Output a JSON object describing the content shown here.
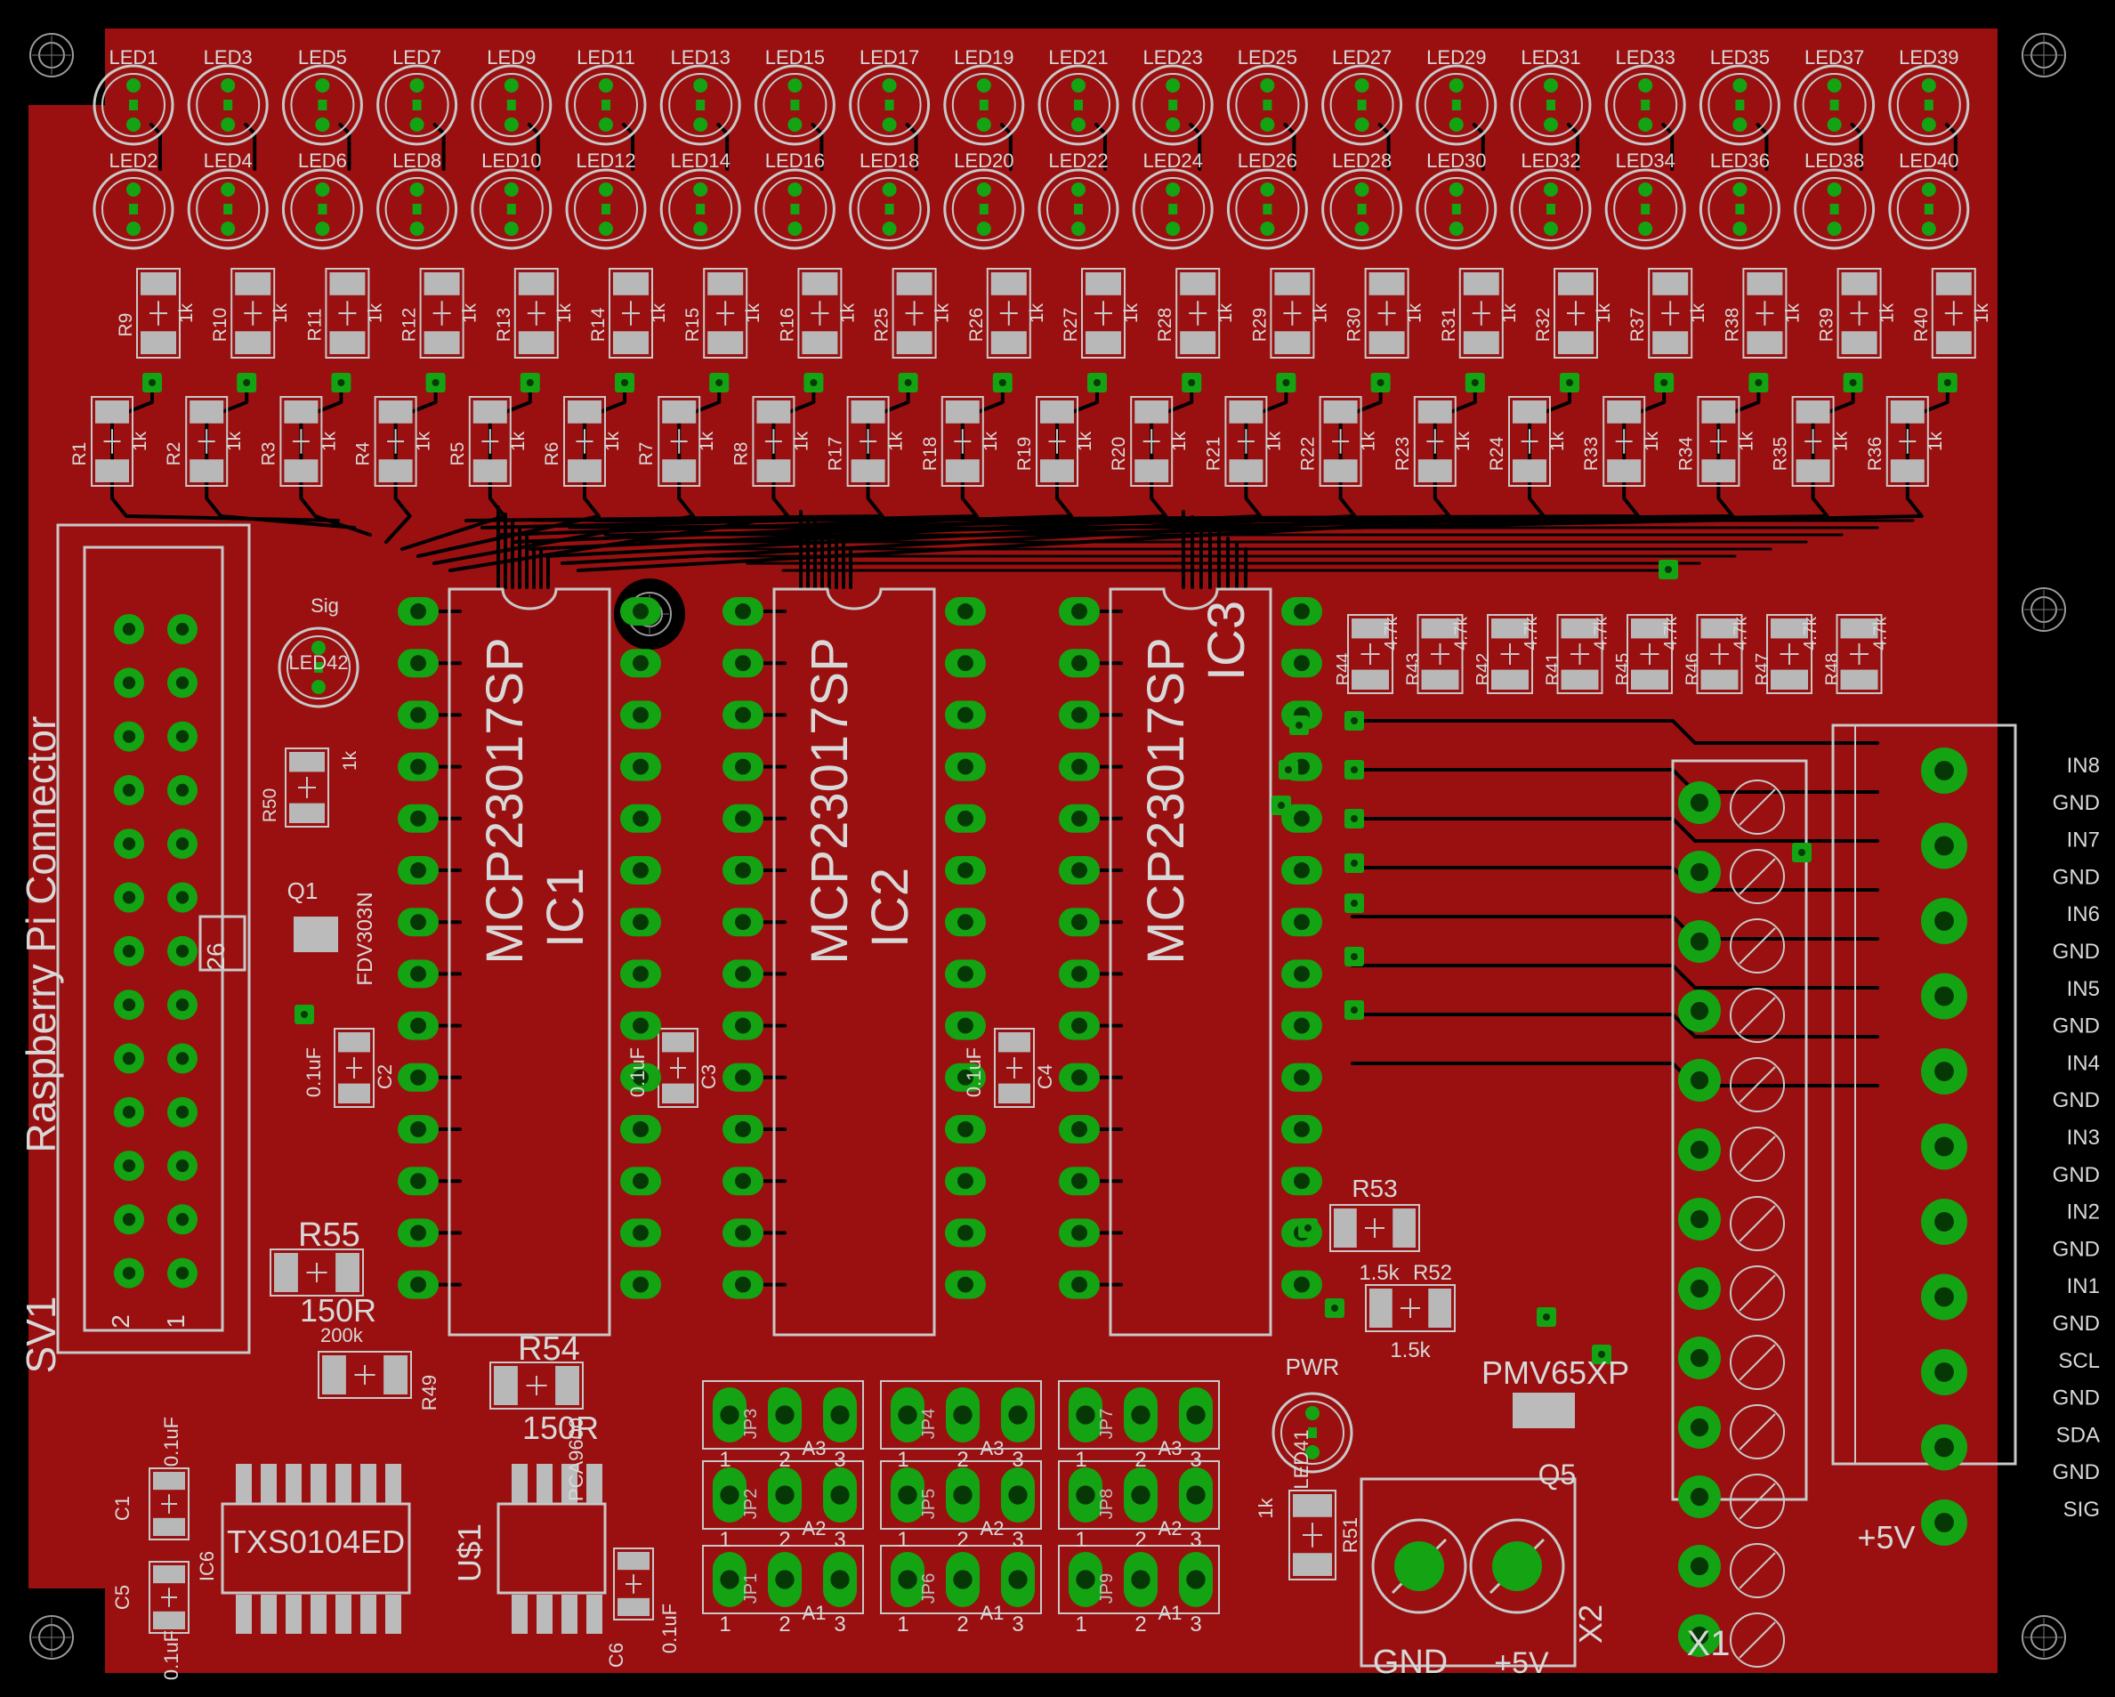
{
  "colors": {
    "background": "#000000",
    "board": "#9a1010",
    "trace": "#000000",
    "silk": "#c8c8c8",
    "pad": "#13a313",
    "hole": "#063806",
    "label": "#d8d8d8"
  },
  "leds_top": [
    "LED1",
    "LED3",
    "LED5",
    "LED7",
    "LED9",
    "LED11",
    "LED13",
    "LED15",
    "LED17",
    "LED19",
    "LED21",
    "LED23",
    "LED25",
    "LED27",
    "LED29",
    "LED31",
    "LED33",
    "LED35",
    "LED37",
    "LED39"
  ],
  "leds_bottom": [
    "LED2",
    "LED4",
    "LED6",
    "LED8",
    "LED10",
    "LED12",
    "LED14",
    "LED16",
    "LED18",
    "LED20",
    "LED22",
    "LED24",
    "LED26",
    "LED28",
    "LED30",
    "LED32",
    "LED34",
    "LED36",
    "LED38",
    "LED40"
  ],
  "resistors_upper": [
    "R9",
    "R10",
    "R11",
    "R12",
    "R13",
    "R14",
    "R15",
    "R16",
    "R25",
    "R26",
    "R27",
    "R28",
    "R29",
    "R30",
    "R31",
    "R32",
    "R37",
    "R38",
    "R39",
    "R40"
  ],
  "resistors_lower": [
    "R1",
    "R2",
    "R3",
    "R4",
    "R5",
    "R6",
    "R7",
    "R8",
    "R17",
    "R18",
    "R19",
    "R20",
    "R21",
    "R22",
    "R23",
    "R24",
    "R33",
    "R34",
    "R35",
    "R36"
  ],
  "resistor_value": "1k",
  "pullups": {
    "names": [
      "R44",
      "R43",
      "R42",
      "R41",
      "R45",
      "R46",
      "R47",
      "R48"
    ],
    "value": "4.7k"
  },
  "connector": {
    "title": "Raspberry Pi Connector",
    "name": "SV1",
    "pin_26": "26",
    "pin_2": "2",
    "pin_1": "1"
  },
  "ics": [
    {
      "name": "IC1",
      "part": "MCP23017SP"
    },
    {
      "name": "IC2",
      "part": "MCP23017SP"
    },
    {
      "name": "IC3",
      "part": "MCP23017SP"
    }
  ],
  "caps": [
    {
      "name": "C2",
      "value": "0.1uF"
    },
    {
      "name": "C3",
      "value": "0.1uF"
    },
    {
      "name": "C4",
      "value": "0.1uF"
    },
    {
      "name": "C1",
      "value": "0.1uF"
    },
    {
      "name": "C5",
      "value": "0.1uF"
    },
    {
      "name": "C6",
      "value": "0.1uF"
    }
  ],
  "sig": {
    "label": "Sig",
    "led": "LED42",
    "resistor": "R50",
    "resistor_value": "1k",
    "fet": "Q1",
    "fet_part": "FDV303N"
  },
  "lower_left": {
    "r55": "R55",
    "r55_value": "150R",
    "r49": "R49",
    "r49_value": "200k",
    "r54": "R54",
    "r54_value": "150R",
    "ic6": "IC6",
    "ic6_part": "TXS0104ED",
    "u31": "U$1",
    "u31_part": "PCA9600"
  },
  "jumpers": {
    "row1": [
      "JP3",
      "JP4",
      "JP7"
    ],
    "row2": [
      "JP2",
      "JP5",
      "JP8"
    ],
    "row3": [
      "JP1",
      "JP6",
      "JP9"
    ],
    "addr1": [
      "A3",
      "A3",
      "A3"
    ],
    "addr2": [
      "A2",
      "A2",
      "A2"
    ],
    "addr3": [
      "A1",
      "A1",
      "A1"
    ],
    "pin_labels": [
      "1",
      "2",
      "3"
    ]
  },
  "power": {
    "pwr_label": "PWR",
    "led": "LED41",
    "resistor": "R51",
    "resistor_value": "1k",
    "r53": "R53",
    "r53_value": "1.5k",
    "r52": "R52",
    "r52_value": "1.5k",
    "fet_part": "PMV65XP",
    "fet": "Q5",
    "x2": "X2",
    "x2_gnd": "GND",
    "x2_5v": "+5V"
  },
  "terminal": {
    "name": "X1",
    "plus5v": "+5V",
    "labels": [
      "IN8",
      "GND",
      "IN7",
      "GND",
      "IN6",
      "GND",
      "IN5",
      "GND",
      "IN4",
      "GND",
      "IN3",
      "GND",
      "IN2",
      "GND",
      "IN1",
      "GND",
      "SCL",
      "GND",
      "SDA",
      "GND",
      "SIG"
    ]
  }
}
